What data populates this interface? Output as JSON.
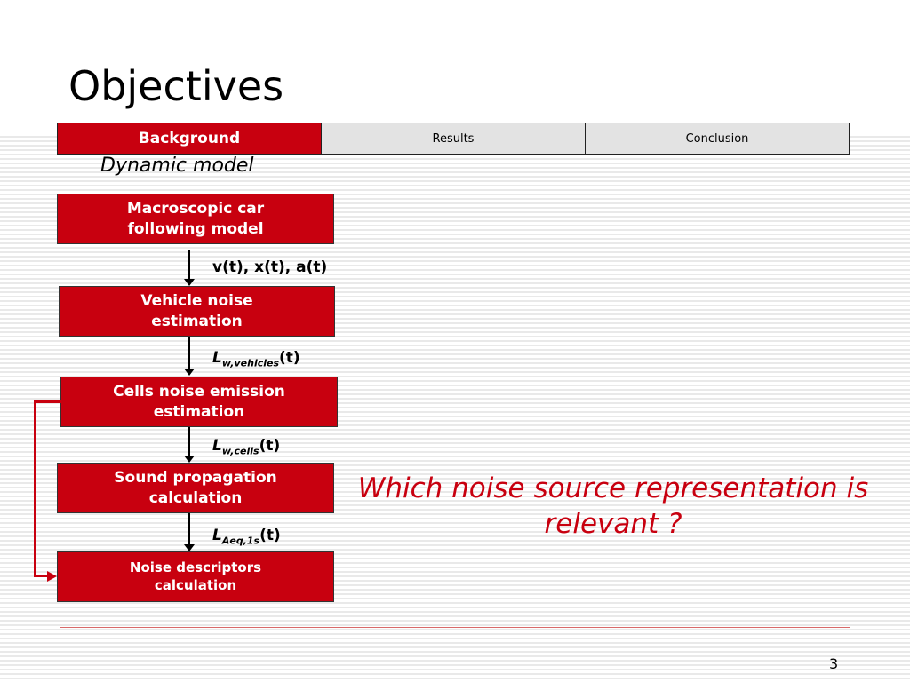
{
  "slide": {
    "title": "Objectives",
    "subtitle": "Dynamic model",
    "question": "Which noise source representation is relevant ?",
    "page_number": "3"
  },
  "nav": {
    "tabs": [
      {
        "label": "Background",
        "active": true
      },
      {
        "label": "Results",
        "active": false
      },
      {
        "label": "Conclusion",
        "active": false
      }
    ]
  },
  "flow": {
    "boxes": [
      {
        "label": "Macroscopic car following model"
      },
      {
        "label": "Vehicle noise estimation"
      },
      {
        "label": "Cells noise emission estimation"
      },
      {
        "label": "Sound propagation calculation"
      },
      {
        "label": "Noise descriptors calculation"
      }
    ],
    "variables": [
      {
        "label": "v(t), x(t), a(t)"
      },
      {
        "symbol": "L",
        "sub": "w,vehicles",
        "arg": "(t)"
      },
      {
        "symbol": "L",
        "sub": "w,cells",
        "arg": "(t)"
      },
      {
        "symbol": "L",
        "sub": "Aeq,1s",
        "arg": "(t)"
      }
    ]
  },
  "colors": {
    "accent": "#c8000f",
    "tab_inactive": "#e3e3e3"
  }
}
